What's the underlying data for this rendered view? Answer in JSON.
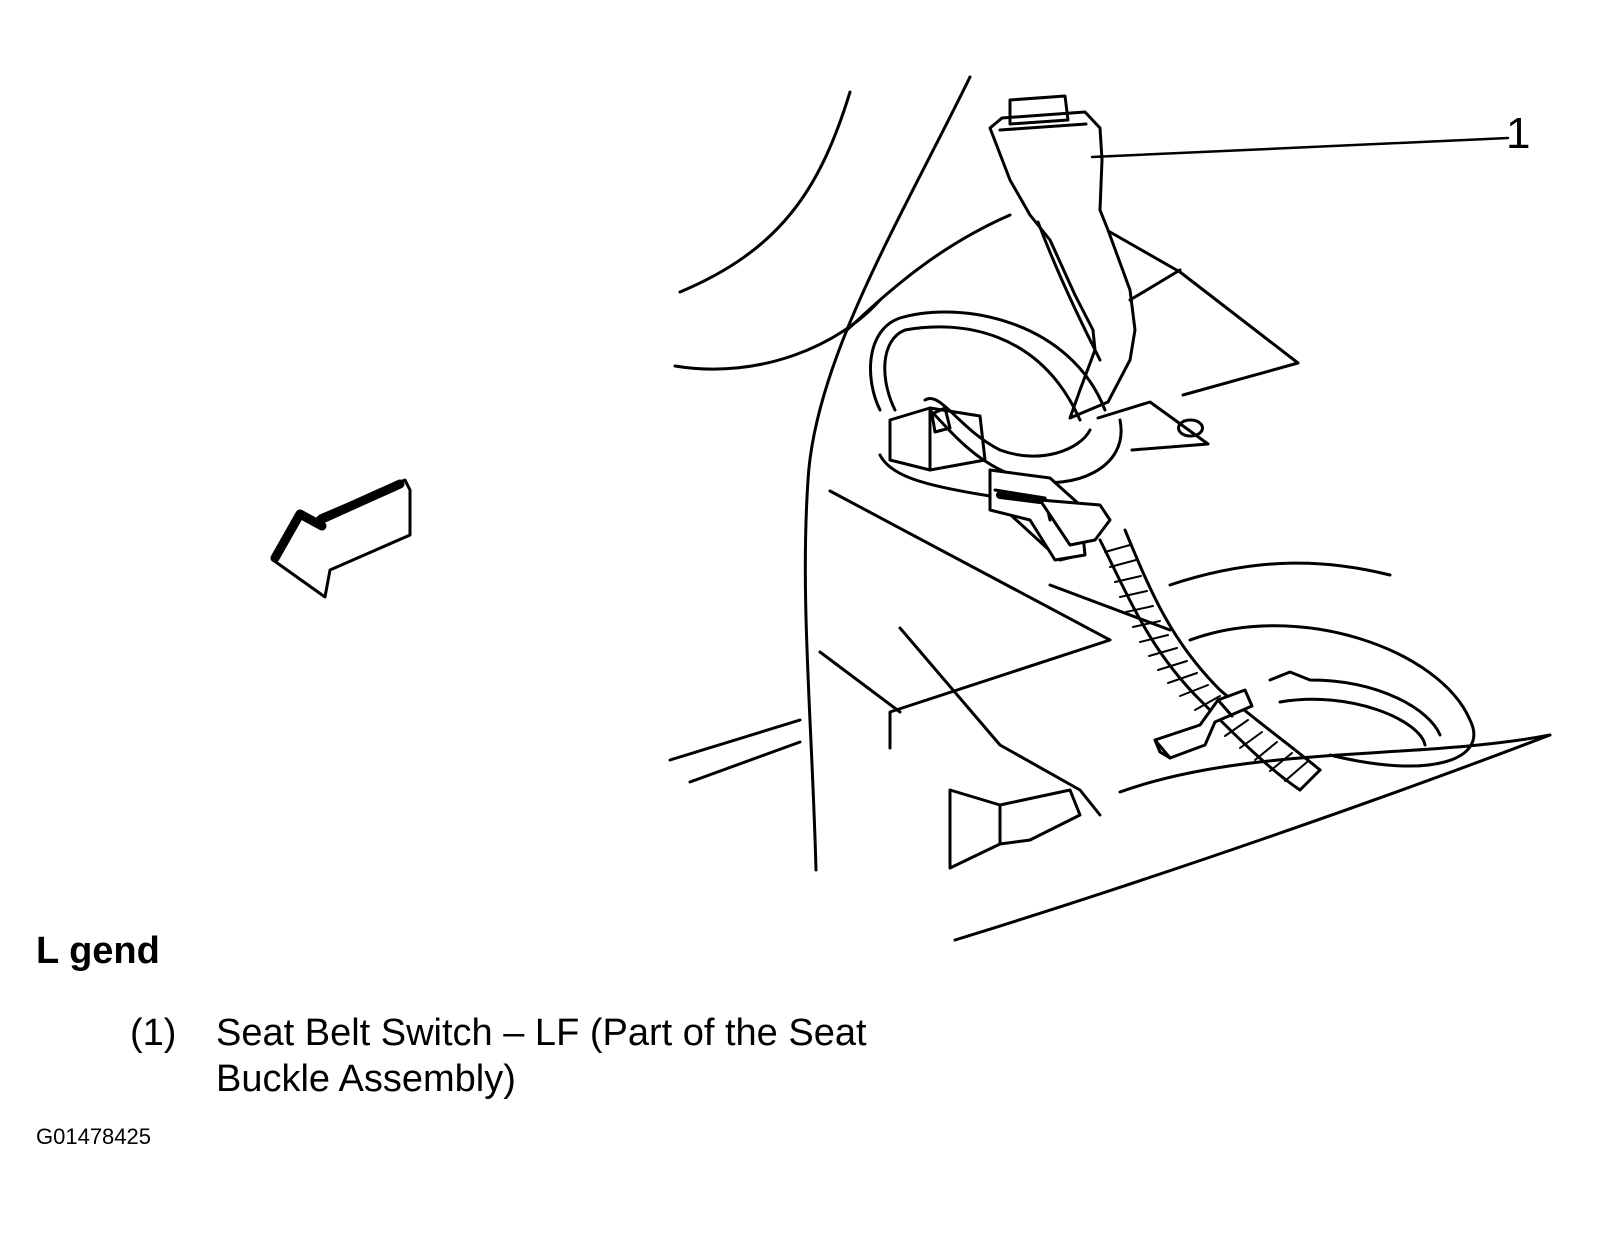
{
  "callout": {
    "number": "1"
  },
  "legend": {
    "title": "L  gend",
    "items": [
      {
        "number": "(1)",
        "text": "Seat Belt Switch – LF (Part of the Seat Buckle Assembly)"
      }
    ]
  },
  "figure_id": "G01478425"
}
